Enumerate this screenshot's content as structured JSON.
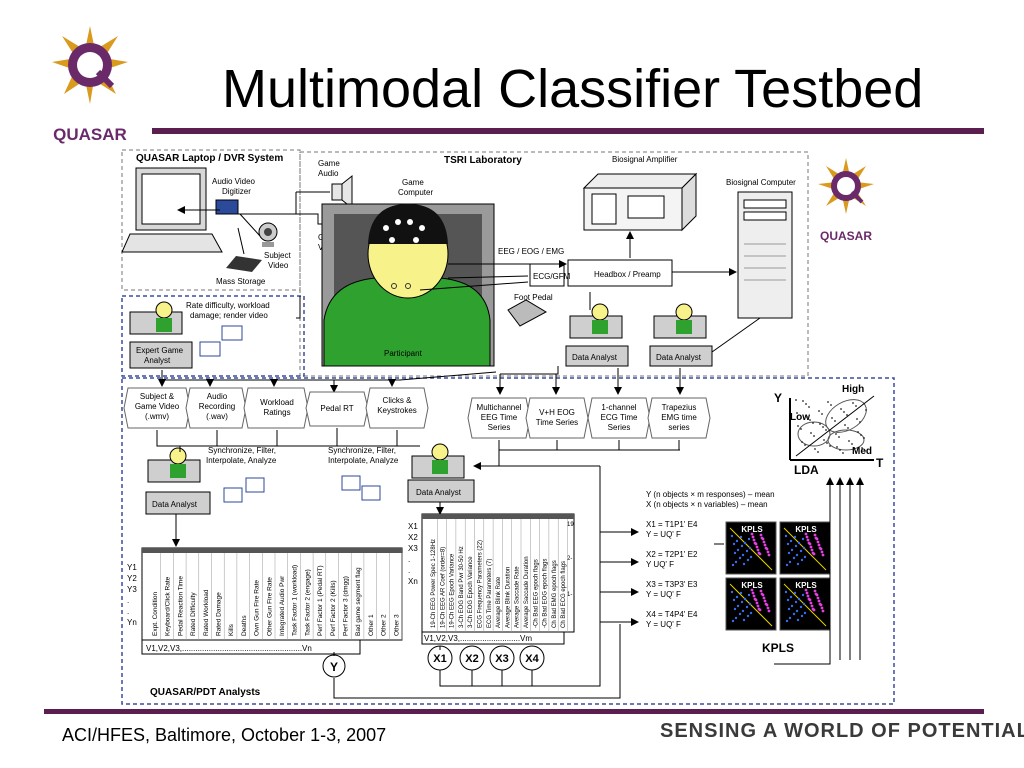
{
  "slide": {
    "title": "Multimodal Classifier Testbed",
    "footer_left": "ACI/HFES, Baltimore, October 1-3, 2007",
    "footer_right": "SENSING A WORLD OF POTENTIAL"
  },
  "logos": {
    "text": "QUASAR"
  },
  "colors": {
    "accent": "#5a1f4f",
    "face": "#f7f28a",
    "shirt": "#2fa12f",
    "logo_gold": "#d99a1e",
    "logo_purple": "#6a2a6a"
  },
  "diagram": {
    "laptop_box": "QUASAR Laptop / DVR System",
    "audio_video_digitizer": [
      "Audio Video",
      "Digitizer"
    ],
    "mass_storage": "Mass Storage",
    "subject_video": [
      "Subject",
      "Video"
    ],
    "game_audio": [
      "Game",
      "Audio"
    ],
    "game_computer": [
      "Game",
      "Computer"
    ],
    "game_video": [
      "Game",
      "Video"
    ],
    "tsri_lab": "TSRI Laboratory",
    "biosignal_amplifier": "Biosignal Amplifier",
    "biosignal_computer": "Biosignal Computer",
    "eeg_eog_emg": "EEG / EOG / EMG",
    "ecg_gfm": "ECG/GFM",
    "headbox": "Headbox / Preamp",
    "foot_pedal": "Foot Pedal",
    "participant": "Participant",
    "rate_difficulty": [
      "Rate difficulty, workload",
      "damage; render video"
    ],
    "expert_game_analyst": [
      "Expert Game",
      "Analyst"
    ],
    "data_analyst": "Data Analyst",
    "data_streams": [
      [
        "Subject &",
        "Game Video",
        "(.wmv)"
      ],
      [
        "Audio",
        "Recording",
        "(.wav)"
      ],
      [
        "Workload",
        "Ratings"
      ],
      [
        "Pedal RT"
      ],
      [
        "Clicks &",
        "Keystrokes"
      ]
    ],
    "bio_streams": [
      [
        "Multichannel",
        "EEG Time",
        "Series"
      ],
      [
        "V+H EOG",
        "Time Series"
      ],
      [
        "1-channel",
        "ECG Time",
        "Series"
      ],
      [
        "Trapezius",
        "EMG time",
        "series"
      ]
    ],
    "sync_text": [
      "Synchronize, Filter,",
      "Interpolate, Analyze"
    ],
    "y_labels": [
      "Y1",
      "Y2",
      "Y3",
      ".",
      ".",
      "Yn"
    ],
    "x_labels": [
      "X1",
      "X2",
      "X3",
      ".",
      ".",
      "Xn"
    ],
    "y_columns": [
      "Expt. Condition",
      "Keyboard/Click Rate",
      "Pedal Reaction Time",
      "Rated Difficulty",
      "Rated Workload",
      "Rated Damage",
      "Kills",
      "Deaths",
      "Own Gun Fire Rate",
      "Other Gun Fire Rate",
      "Integrated Audio Pwr",
      "Task Factor 1 (workload)",
      "Task Factor 2 (engage)",
      "Perf Factor 1 (Pedal RT)",
      "Perf Factor 2 (Kills)",
      "Perf Factor 3 (dmgg)",
      "Bad game segment flag",
      "Other 1",
      "Other 2",
      "Other 3"
    ],
    "x_columns": [
      "19-Ch EEG Power Spec 1-128Hz",
      "19-Ch EEG AR Coef (order=8)",
      "19-Ch EEG Epoch Variance",
      "3-Ch EOG Band Pwr 30-50 Hz",
      "3-Ch EOG Epoch Variance",
      "ECG Frequency Parameters (22)",
      "ECG Time Parameters (7)",
      "Average Blink Rate",
      "Average Blink Duration",
      "Average Saccade Rate",
      "Average Saccade Duration",
      "-Ch Bad EEG epoch flags",
      "-Ch Bad EOG epoch flags",
      "Ch Bad EMG epoch flags",
      "Ch Bad ECG epoch flags"
    ],
    "x_column_nums": [
      "19",
      "2-",
      "1-"
    ],
    "v_row": "V1,V2,V3,......................................................Vn",
    "vm_row": "V1,V2,V3,...........................Vm",
    "y_circle": "Y",
    "x_circles": [
      "X1",
      "X2",
      "X3",
      "X4"
    ],
    "quasar_pdt": "QUASAR/PDT Analysts",
    "kpls_info": [
      "Y (n objects × m responses) – mean",
      "X (n objects × n variables) – mean"
    ],
    "kpls_eqs": [
      [
        "X1 = T1P1' E4",
        "Y = UQ' F"
      ],
      [
        "X2 = T2P1' E2",
        "Y  UQ' F"
      ],
      [
        "X3 = T3P3' E3",
        "Y = UQ' F"
      ],
      [
        "X4 = T4P4' E4",
        "Y = UQ' F"
      ]
    ],
    "kpls": "KPLS",
    "kpls_tile": "KPLS",
    "lda": "LDA",
    "lda_y": "Y",
    "lda_t": "T",
    "lda_high": "High",
    "lda_low": "Low",
    "lda_med": "Med"
  }
}
